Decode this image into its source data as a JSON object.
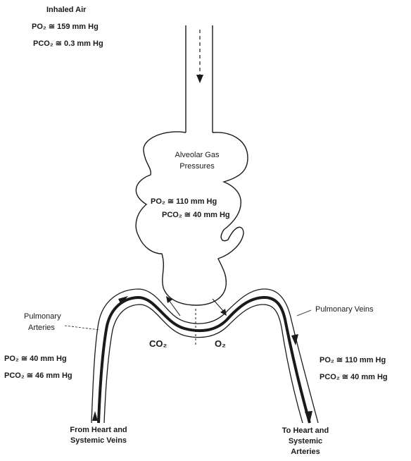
{
  "colors": {
    "ink": "#1a1a1a",
    "background": "#ffffff"
  },
  "inhaled": {
    "title": "Inhaled Air",
    "po2": "PO₂ ≅ 159 mm Hg",
    "pco2": "PCO₂ ≅ 0.3 mm Hg"
  },
  "alveolus": {
    "label_line1": "Alveolar Gas",
    "label_line2": "Pressures",
    "po2": "PO₂ ≅ 110 mm Hg",
    "pco2": "PCO₂ ≅ 40 mm Hg"
  },
  "exchange": {
    "co2": "CO₂",
    "o2": "O₂"
  },
  "arteries": {
    "label_line1": "Pulmonary",
    "label_line2": "Arteries",
    "po2": "PO₂ ≅ 40 mm Hg",
    "pco2": "PCO₂ ≅ 46 mm Hg",
    "source_line1": "From Heart and",
    "source_line2": "Systemic Veins"
  },
  "veins": {
    "label": "Pulmonary Veins",
    "po2": "PO₂ ≅ 110 mm Hg",
    "pco2": "PCO₂ ≅ 40 mm Hg",
    "dest_line1": "To Heart and",
    "dest_line2": "Systemic",
    "dest_line3": "Arteries"
  }
}
